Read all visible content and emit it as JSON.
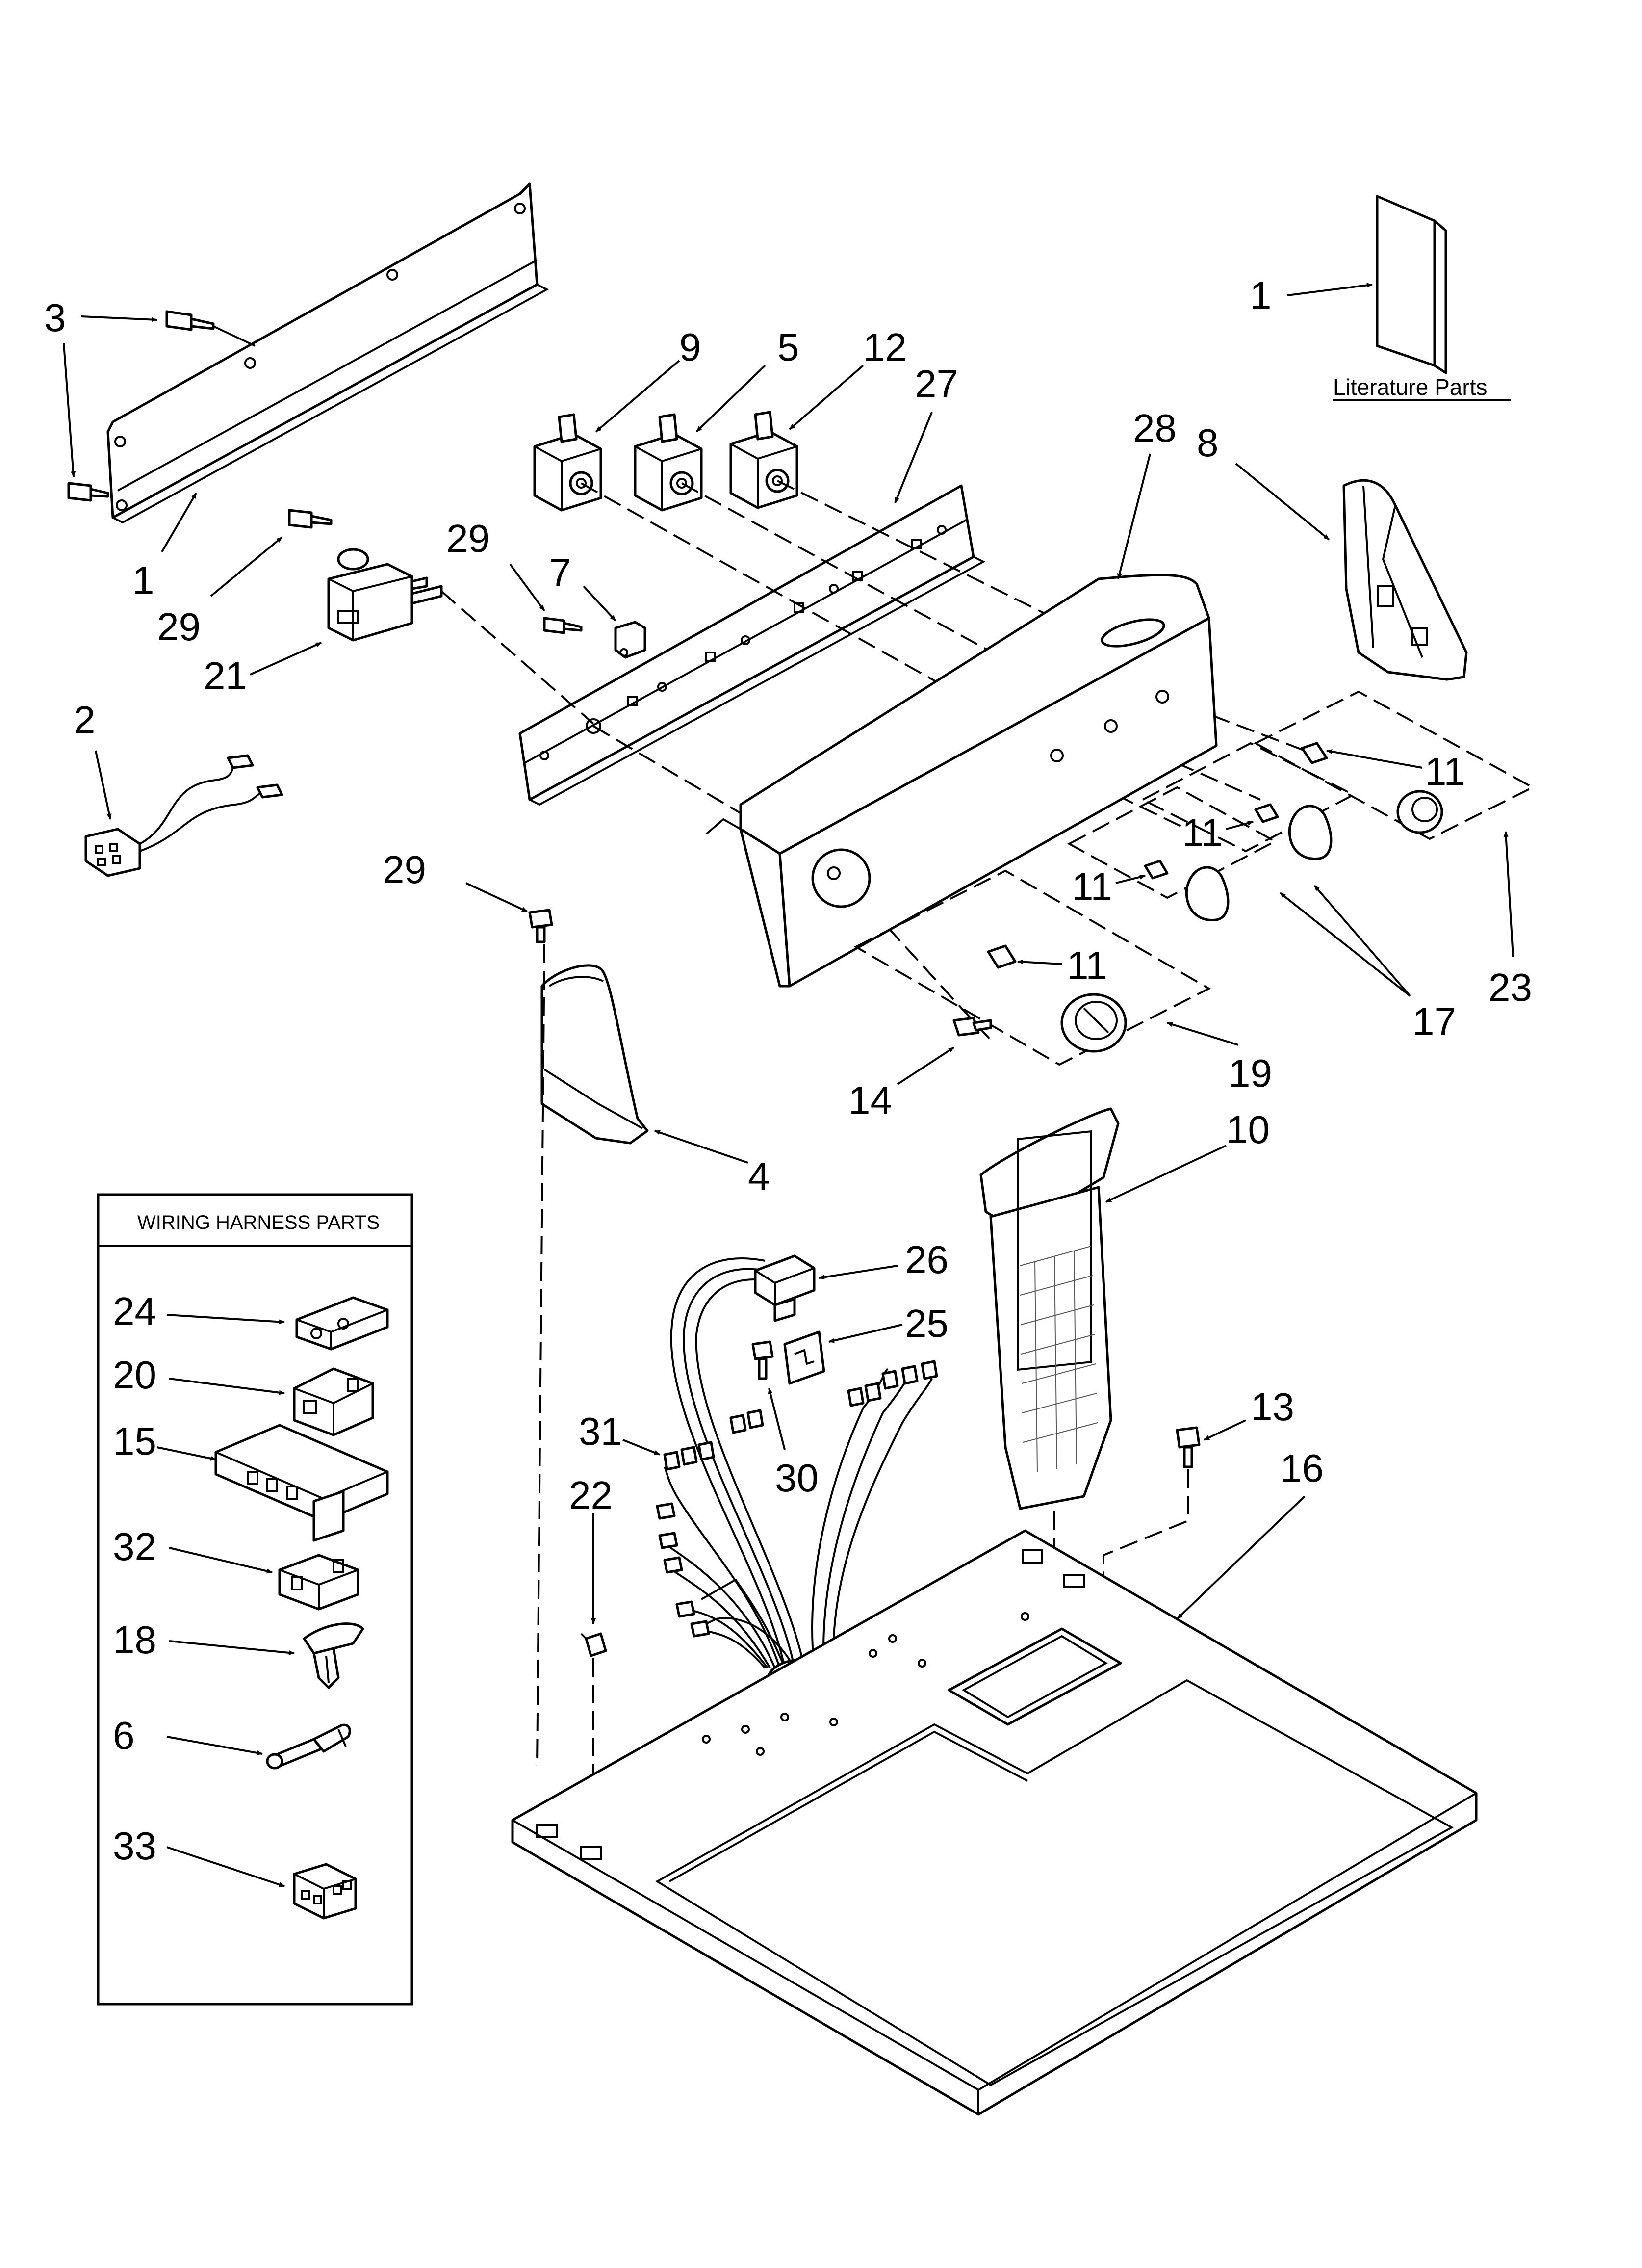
{
  "diagram": {
    "literature_label": "Literature Parts",
    "wiring_box_title": "WIRING HARNESS PARTS",
    "callouts": {
      "c1a": "1",
      "c1b": "1",
      "c2": "2",
      "c3": "3",
      "c4": "4",
      "c5": "5",
      "c6": "6",
      "c7": "7",
      "c8": "8",
      "c9": "9",
      "c10": "10",
      "c11a": "11",
      "c11b": "11",
      "c11c": "11",
      "c11d": "11",
      "c12": "12",
      "c13": "13",
      "c14": "14",
      "c15": "15",
      "c16": "16",
      "c17": "17",
      "c18": "18",
      "c19": "19",
      "c20": "20",
      "c21": "21",
      "c22": "22",
      "c23": "23",
      "c24": "24",
      "c25": "25",
      "c26": "26",
      "c27": "27",
      "c28": "28",
      "c29a": "29",
      "c29b": "29",
      "c29c": "29",
      "c30": "30",
      "c31": "31",
      "c32": "32",
      "c33": "33"
    }
  }
}
